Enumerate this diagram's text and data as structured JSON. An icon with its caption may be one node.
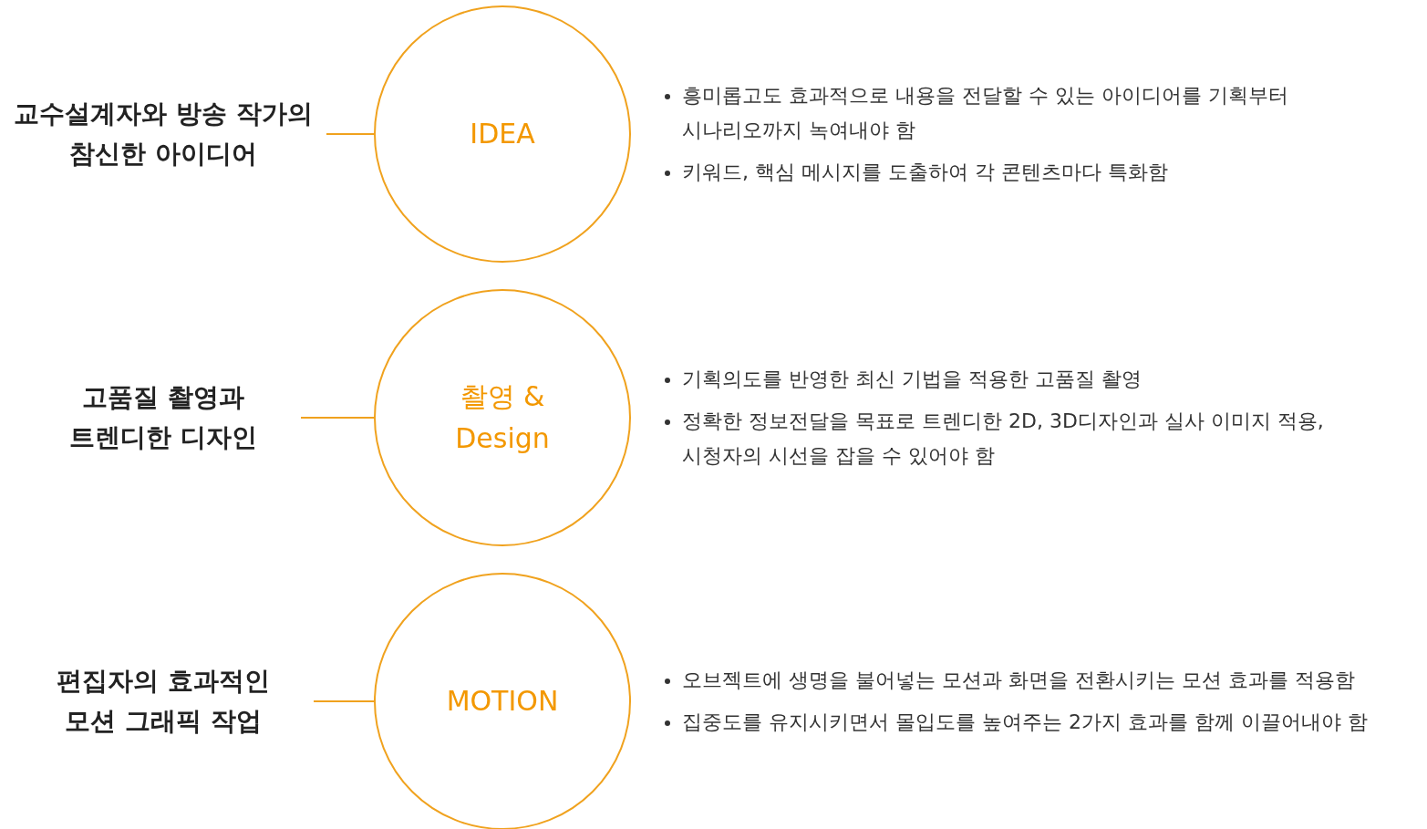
{
  "diagram": {
    "nodes": [
      {
        "text": [
          "교수설계자와 방송 작가의 참신한 아이디어"
        ]
      },
      {
        "text": [
          "IDEA"
        ],
        "beside": [
          "흥미롭고도 효과적으로 내용을 전달할 수 있는 아이디어를 기획부터 시나리오까지 녹여내야 함",
          "키워드, 핵심 메시지를 도출하여 각 콘텐츠마다 특화함"
        ]
      },
      {
        "text": [
          "고품질 촬영과 트렌디한 디자인"
        ]
      },
      {
        "text": [
          "촬영 & Design"
        ],
        "beside": [
          "기획의도를 반영한 최신 기법을 적용한 고품질 촬영",
          "정확한 정보전달을 목표로 트렌디한 2D, 3D디자인과 실사 이미지 적용, 시청자의 시선을 잡을 수 있어야 함"
        ]
      },
      {
        "text": [
          "편집자의 효과적인 모션 그래픽 작업"
        ]
      },
      {
        "text": [
          "MOTION"
        ],
        "beside": [
          "오브젝트에 생명을 불어넣는 모션과 화면을 전환시키는 모션 효과를 적용함",
          "집중도를 유지시키면서 몰입도를 높여주는 2가지 효과를 함께 이끌어내야 함"
        ]
      }
    ],
    "edges": [
      {
        "from": 0,
        "to": 1,
        "arrow": "none"
      },
      {
        "from": 2,
        "to": 3,
        "arrow": "none"
      },
      {
        "from": 4,
        "to": 5,
        "arrow": "none"
      }
    ]
  }
}
